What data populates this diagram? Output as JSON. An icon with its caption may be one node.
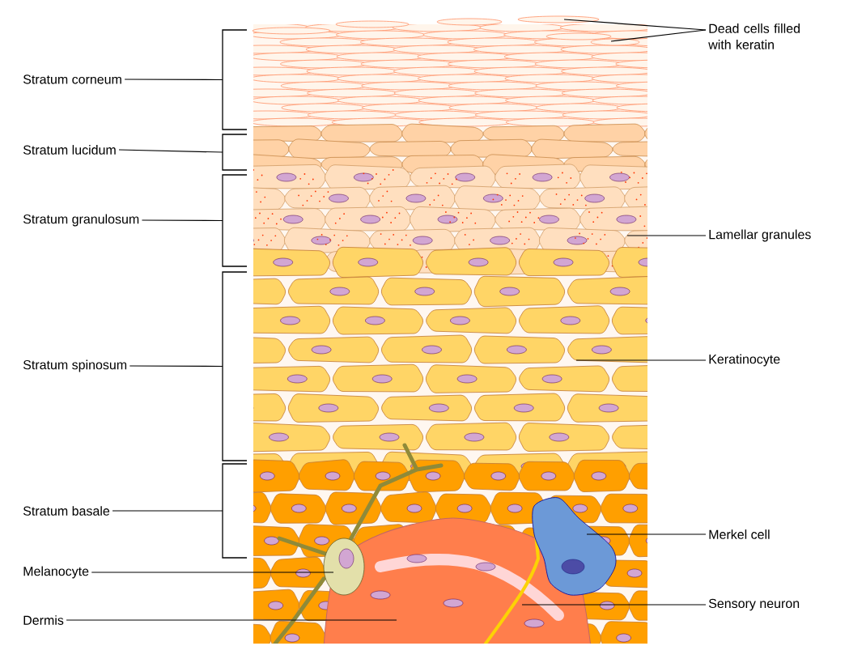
{
  "diagram": {
    "nodes": [
      {
        "text": [
          "Dead cells filled with keratin"
        ]
      },
      {
        "text": [
          "Stratum corneum"
        ]
      },
      {
        "text": [
          "Stratum lucidum"
        ]
      },
      {
        "text": [
          "Stratum granulosum"
        ]
      },
      {
        "text": [
          "Lamellar granules"
        ]
      },
      {
        "text": [
          "Stratum spinosum"
        ]
      },
      {
        "text": [
          "Keratinocyte"
        ]
      },
      {
        "text": [
          "Stratum basale"
        ]
      },
      {
        "text": [
          "Merkel cell"
        ]
      },
      {
        "text": [
          "Melanocyte"
        ]
      },
      {
        "text": [
          "Sensory neuron"
        ]
      },
      {
        "text": [
          "Dermis"
        ]
      },
      {
        "text": [],
        "shape": "bracket"
      },
      {
        "text": [],
        "shape": "bracket"
      },
      {
        "text": [],
        "shape": "bracket"
      },
      {
        "text": [],
        "shape": "bracket"
      },
      {
        "text": [],
        "shape": "bracket"
      }
    ],
    "edges": [
      {
        "from": 0,
        "to": null,
        "arrow": "none"
      },
      {
        "from": 0,
        "to": null,
        "arrow": "none"
      },
      {
        "from": 1,
        "to": 12,
        "arrow": "none"
      },
      {
        "from": 2,
        "to": 13,
        "arrow": "none"
      },
      {
        "from": 3,
        "to": 14,
        "arrow": "none"
      },
      {
        "from": 4,
        "to": null,
        "arrow": "none"
      },
      {
        "from": 5,
        "to": 15,
        "arrow": "none"
      },
      {
        "from": 6,
        "to": null,
        "arrow": "none"
      },
      {
        "from": 7,
        "to": 16,
        "arrow": "none"
      },
      {
        "from": 8,
        "to": null,
        "arrow": "none"
      },
      {
        "from": 9,
        "to": null,
        "arrow": "none"
      },
      {
        "from": 10,
        "to": null,
        "arrow": "none"
      },
      {
        "from": 11,
        "to": null,
        "arrow": "none"
      }
    ]
  }
}
